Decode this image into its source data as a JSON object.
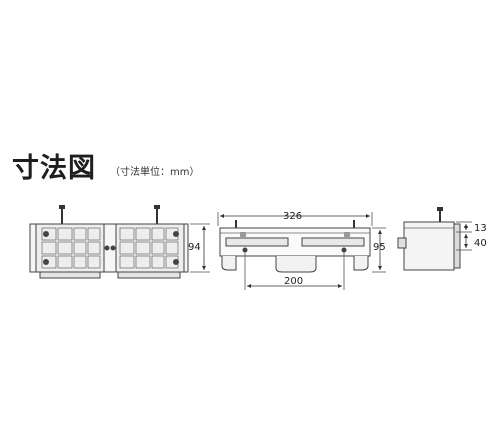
{
  "header": {
    "title": "寸法図",
    "unit_note": "（寸法単位：mm）"
  },
  "dimensions": {
    "front_height": "94",
    "top_width": "326",
    "top_height": "95",
    "bottom_span": "200",
    "side_top": "13",
    "side_depth": "40"
  }
}
